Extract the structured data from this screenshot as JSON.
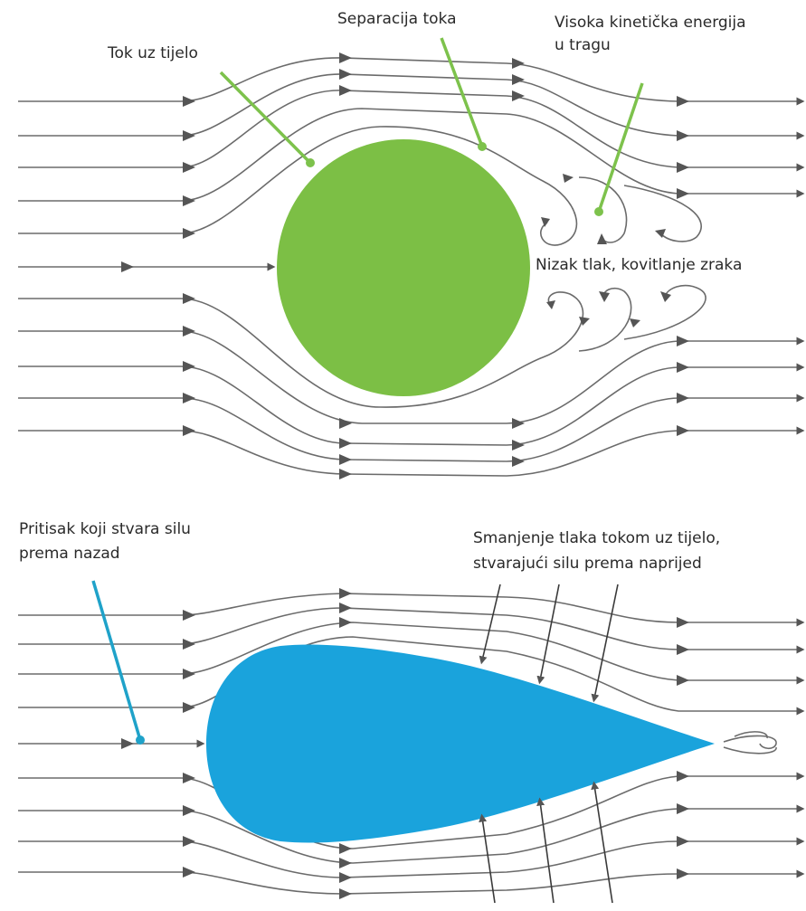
{
  "top": {
    "labels": {
      "attached_flow": "Tok uz tijelo",
      "separation": "Separacija toka",
      "wake_energy_l1": "Visoka kinetička energija",
      "wake_energy_l2": "u tragu",
      "low_pressure": "Nizak tlak, kovitlanje zraka"
    },
    "body_color": "#7cbf45"
  },
  "bottom": {
    "labels": {
      "rear_pressure_l1": "Pritisak koji stvara silu",
      "rear_pressure_l2": "prema nazad",
      "pressure_drop_l1": "Smanjenje tlaka tokom uz tijelo,",
      "pressure_drop_l2": "stvarajući silu prema naprijed"
    },
    "body_color": "#1aa3dc"
  },
  "colors": {
    "streamline": "#6b6b6b",
    "arrowhead": "#555555",
    "leader_green": "#7dc24c",
    "leader_blue": "#1fa2c9"
  }
}
